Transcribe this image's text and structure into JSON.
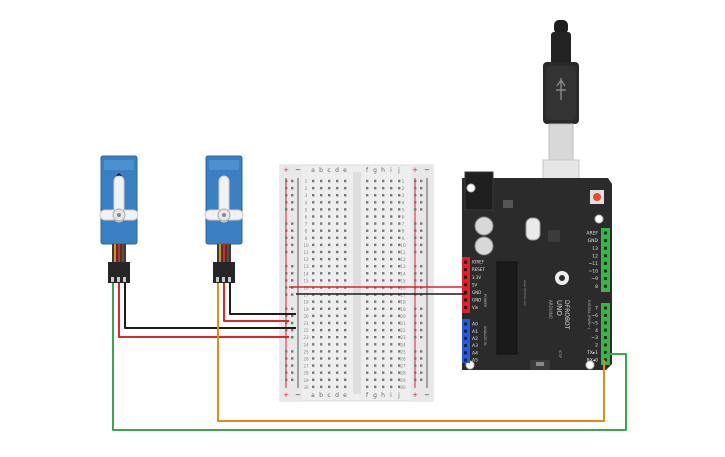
{
  "breadboard": {
    "columns_left": [
      "a",
      "b",
      "c",
      "d",
      "e"
    ],
    "columns_right": [
      "f",
      "g",
      "h",
      "i",
      "j"
    ],
    "rows": [
      "1",
      "2",
      "3",
      "4",
      "5",
      "6",
      "7",
      "8",
      "9",
      "10",
      "11",
      "12",
      "13",
      "14",
      "15",
      "16",
      "17",
      "18",
      "19",
      "20",
      "21",
      "22",
      "23",
      "24",
      "25",
      "26",
      "27",
      "28",
      "29",
      "30"
    ],
    "rail_plus": "+",
    "rail_minus": "−"
  },
  "arduino": {
    "brand": "DFROBOT",
    "model": "UNO",
    "model_sub": "ARDUINO",
    "power_pins": [
      "IOREF",
      "RESET",
      "3.3V",
      "5V",
      "GND",
      "GND",
      "Vin"
    ],
    "power_header_label": "POWER",
    "analog_pins": [
      "A0",
      "A1",
      "A2",
      "A3",
      "A4",
      "A5"
    ],
    "analog_header_label": "ANALOG IN",
    "digital_pins": [
      "AREF",
      "GND",
      "13",
      "12",
      "~11",
      "~10",
      "~9",
      "8",
      "7",
      "~6",
      "~5",
      "4",
      "~3",
      "2",
      "TX▸1",
      "RX◂0"
    ],
    "digital_header_label": "DIGITAL (PWM~)",
    "icsp_label": "ICSP",
    "small_text": "www.dfrobot.com"
  },
  "colors": {
    "servo_blue": "#3a7fc1",
    "board_black": "#2b2b2b",
    "wire_red": "#e0242a",
    "wire_black": "#1c1c1c",
    "wire_green": "#3aa84a",
    "wire_orange": "#e28a1c",
    "header_red": "#d9222a",
    "header_blue": "#2a5bd7",
    "header_green": "#3bb44a"
  },
  "components": [
    "servo-1",
    "servo-2",
    "breadboard",
    "arduino-uno",
    "usb-cable"
  ]
}
